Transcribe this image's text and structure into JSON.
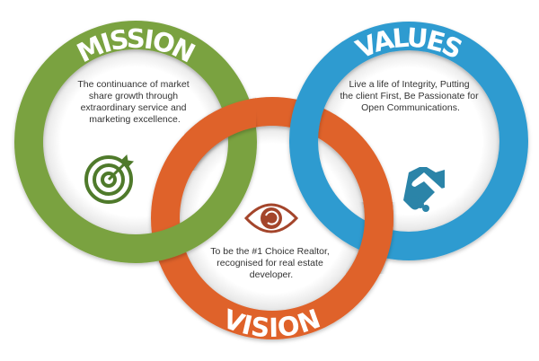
{
  "colors": {
    "mission": "#7aa23f",
    "vision": "#df6229",
    "values": "#2e9bd0",
    "text": "#333333"
  },
  "mission": {
    "label": "MISSION",
    "lines": [
      "The continuance of market",
      "share growth through",
      "extraordinary service and",
      "marketing excellence."
    ],
    "icon": "target-icon"
  },
  "values": {
    "label": "VALUES",
    "lines": [
      "Live a life of Integrity, Putting",
      "the client First, Be Passionate for",
      "Open Communications."
    ],
    "icon": "handshake-icon"
  },
  "vision": {
    "label": "VISION",
    "lines": [
      "To be the #1 Choice Realtor,",
      "recognised for real estate",
      "developer."
    ],
    "icon": "eye-icon"
  }
}
